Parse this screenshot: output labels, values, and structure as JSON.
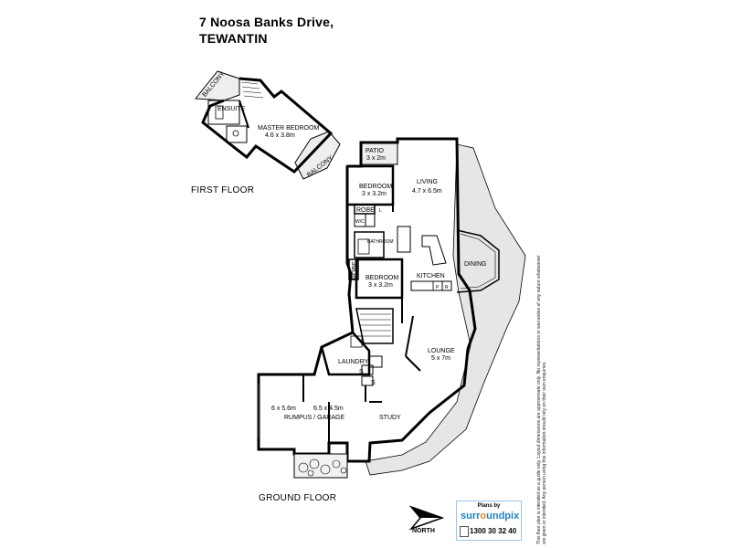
{
  "header": {
    "address_line1": "7 Noosa Banks Drive,",
    "address_line2": "TEWANTIN"
  },
  "floors": {
    "first": "FIRST FLOOR",
    "ground": "GROUND FLOOR"
  },
  "rooms": {
    "balcony_1": "BALCONY",
    "balcony_2": "BALCONY",
    "ensuite": "ENSUITE",
    "master_bedroom": "MASTER BEDROOM",
    "master_bedroom_size": "4.6 x 3.8m",
    "patio": "PATIO",
    "patio_size": "3 x 2m",
    "living": "LIVING",
    "living_size": "4.7 x 6.5m",
    "bedroom_1": "BEDROOM",
    "bedroom_1_size": "3 x 3.2m",
    "robe_1": "ROBE",
    "robe_1_abbr": "L",
    "wc": "W/C",
    "bathroom": "BATHROOM",
    "robe_2": "ROBE",
    "bedroom_2": "BEDROOM",
    "bedroom_2_size": "3 x 3.2m",
    "kitchen": "KITCHEN",
    "pantry": "P",
    "fridge": "R",
    "dining": "DINING",
    "lounge": "LOUNGE",
    "lounge_size": "5 x 7m",
    "laundry": "LAUNDRY",
    "store_1": "S",
    "store_2": "S",
    "rumpus_size": "6 x 5.6m",
    "garage_size": "6.5 x 4.5m",
    "rumpus_garage": "RUMPUS / GARAGE",
    "study": "STUDY"
  },
  "compass": {
    "label": "NORTH"
  },
  "logo": {
    "plans_by": "Plans by",
    "brand_start": "surr",
    "brand_highlight": "o",
    "brand_end": "undpix",
    "phone": "1300 30 32 40"
  },
  "disclaimer": "This floor plan is intended as a guide only. Layout dimensions are approximate only. No representations or warranties of any nature whatsoever are given or intended. Any person using this information should rely on their own enquiries."
}
